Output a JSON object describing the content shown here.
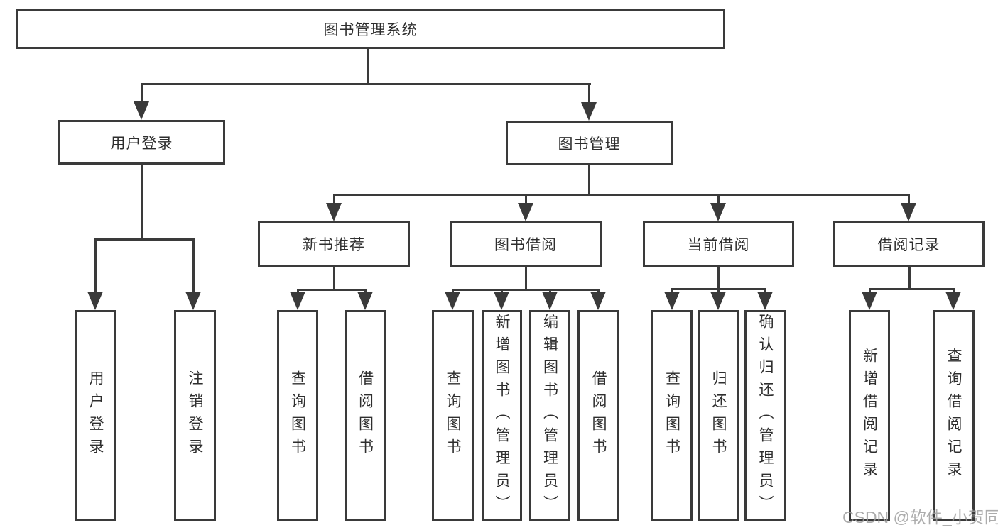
{
  "diagram": {
    "root": "图书管理系统",
    "level2": [
      "用户登录",
      "图书管理"
    ],
    "level3": [
      "新书推荐",
      "图书借阅",
      "当前借阅",
      "借阅记录"
    ],
    "user_children": [
      "用户登录",
      "注销登录"
    ],
    "newbook_children": [
      "查询图书",
      "借阅图书"
    ],
    "borrow_children": [
      "查询图书",
      "新增图书（管理员）",
      "编辑图书（管理员）",
      "借阅图书"
    ],
    "current_children": [
      "查询图书",
      "归还图书",
      "确认归还（管理员）"
    ],
    "record_children": [
      "新增借阅记录",
      "查询借阅记录"
    ]
  },
  "watermark": "CSDN @软件_小贺同学",
  "colors": {
    "line": "#3a3a3a",
    "text": "#2e2e2e",
    "watermark": "#9e9e9e",
    "background": "#ffffff"
  }
}
